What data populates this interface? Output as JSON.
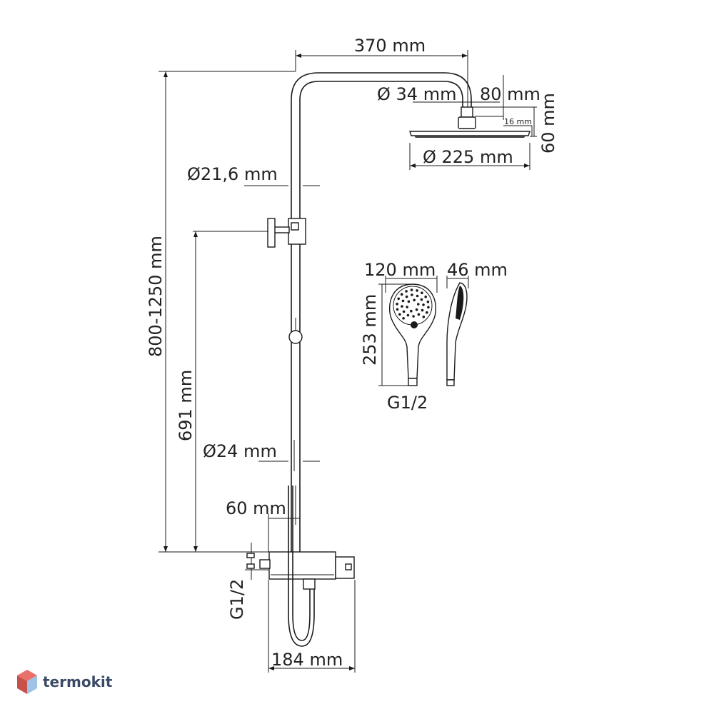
{
  "dimensions": {
    "arm_length": "370 mm",
    "arm_diameter": "Ø 34 mm",
    "connector_length": "80 mm",
    "head_height": "60 mm",
    "head_thickness": "16 mm",
    "head_diameter": "Ø 225 mm",
    "upper_pipe_diameter": "Ø21,6 mm",
    "total_height": "800-1250 mm",
    "slider_height": "691 mm",
    "lower_pipe_diameter": "Ø24 mm",
    "wall_offset": "60 mm",
    "inlet_thread": "G1/2",
    "mixer_width": "184 mm",
    "hand_width": "120 mm",
    "hand_depth": "46 mm",
    "hand_length": "253 mm",
    "hand_thread": "G1/2"
  },
  "watermark": {
    "text": "termokit",
    "colors": {
      "top": "#e8716a",
      "side_left": "#c8504a",
      "side_right": "#9ec3e6"
    }
  }
}
